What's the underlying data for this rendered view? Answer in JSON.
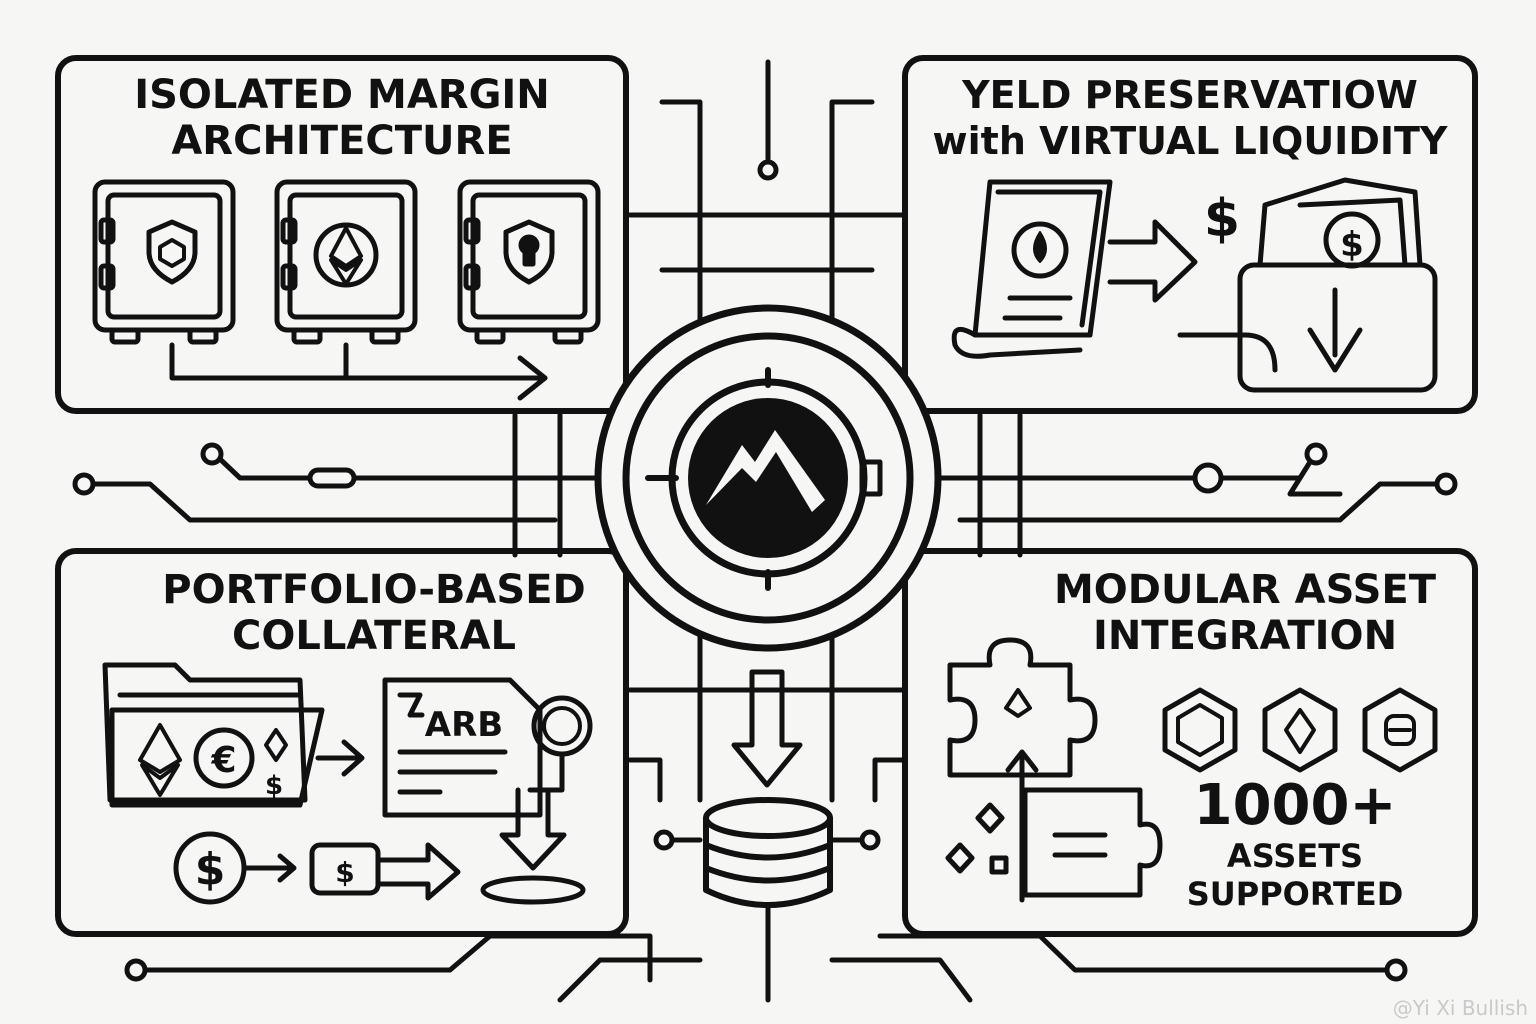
{
  "panels": {
    "top_left": {
      "line1": "ISOLATED MARGIN",
      "line2": "ARCHITECTURE"
    },
    "top_right": {
      "line1": "YELD PRESERVATIOW",
      "line2": "with VIRTUAL LIQUIDITY"
    },
    "bottom_left": {
      "line1": "PORTFOLIO-BASED",
      "line2": "COLLATERAL"
    },
    "bottom_right": {
      "line1": "MODULAR ASSET",
      "line2": "INTEGRATION"
    }
  },
  "bottom_left_labels": {
    "token": "ARB",
    "dollar": "$",
    "dollar_small": "$"
  },
  "top_right_labels": {
    "dollar": "$"
  },
  "assets_badge": {
    "count": "1000+",
    "line1": "ASSETS",
    "line2": "SUPPORTED"
  },
  "watermark": "@Yi Xi Bullish",
  "colors": {
    "ink": "#111111",
    "background": "#f6f6f4",
    "watermark": "#c9c9c9"
  },
  "icons": [
    "vault-shield-icon",
    "vault-ethereum-icon",
    "vault-keyhole-icon",
    "scroll-document-icon",
    "wallet-cash-icon",
    "folder-tokens-icon",
    "arb-document-icon",
    "database-icon",
    "puzzle-icon",
    "hexagon-token-icon",
    "central-mountain-logo-icon"
  ]
}
